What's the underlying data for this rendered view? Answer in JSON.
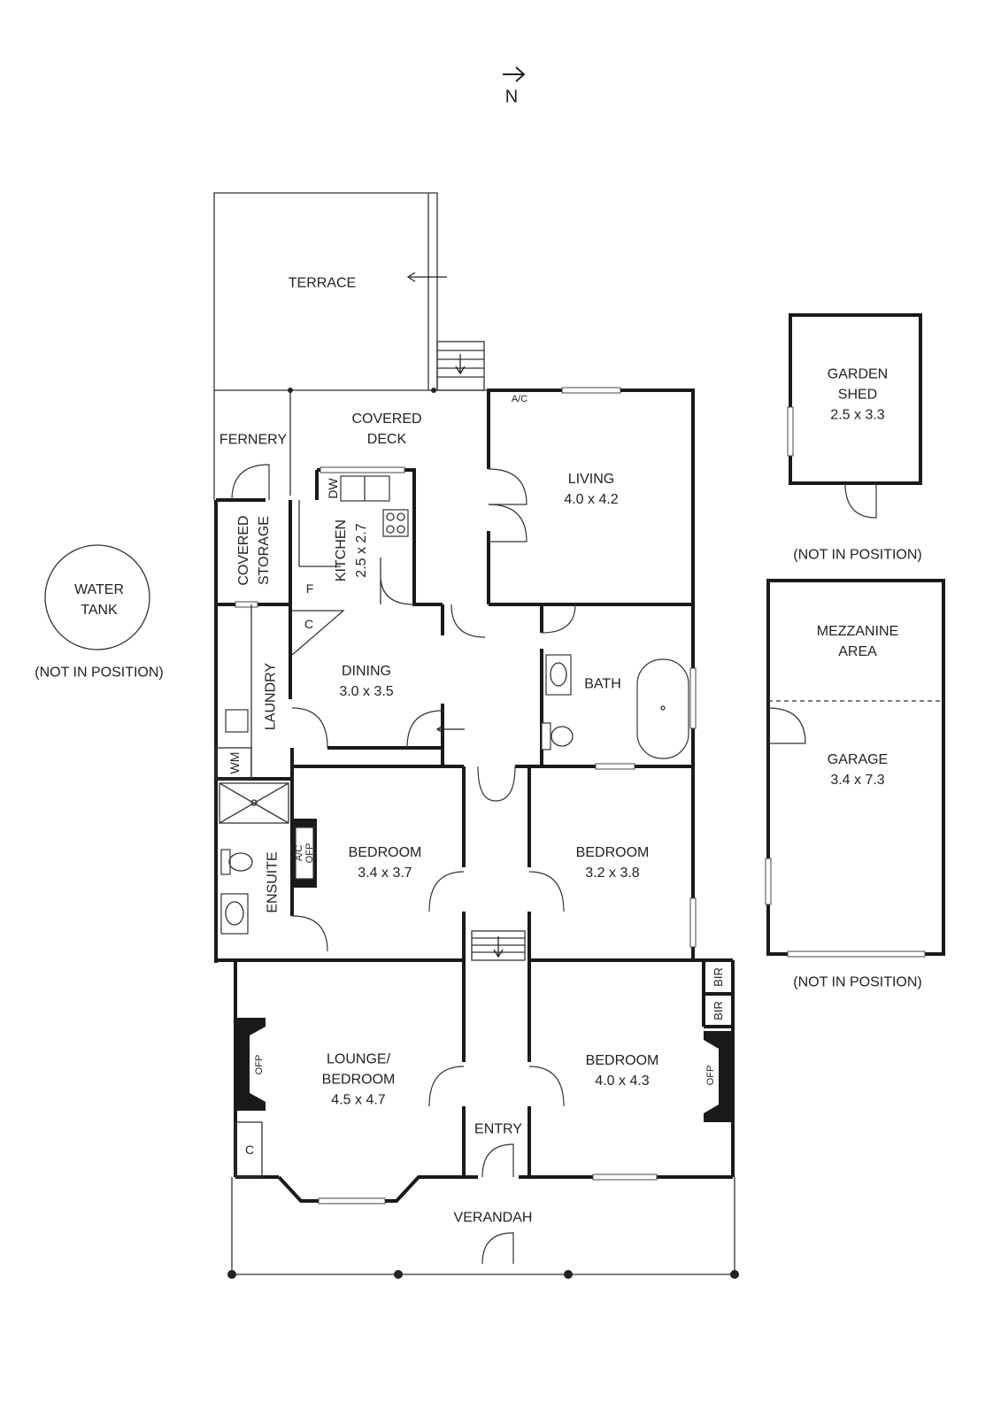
{
  "compass": {
    "label": "N"
  },
  "rooms": {
    "terrace": {
      "name": "TERRACE"
    },
    "fernery": {
      "name": "FERNERY"
    },
    "covered_deck": {
      "line1": "COVERED",
      "line2": "DECK"
    },
    "living": {
      "name": "LIVING",
      "dims": "4.0 x 4.2"
    },
    "covered_storage": {
      "line1": "COVERED",
      "line2": "STORAGE"
    },
    "kitchen": {
      "name": "KITCHEN",
      "dims": "2.5 x 2.7"
    },
    "dining": {
      "name": "DINING",
      "dims": "3.0 x 3.5"
    },
    "laundry": {
      "name": "LAUNDRY"
    },
    "bath": {
      "name": "BATH"
    },
    "ensuite": {
      "name": "ENSUITE"
    },
    "bedroom_1": {
      "name": "BEDROOM",
      "dims": "3.4 x 3.7"
    },
    "bedroom_2": {
      "name": "BEDROOM",
      "dims": "3.2 x 3.8"
    },
    "bedroom_3": {
      "name": "BEDROOM",
      "dims": "4.0 x 4.3"
    },
    "lounge": {
      "line1": "LOUNGE/",
      "line2": "BEDROOM",
      "dims": "4.5 x 4.7"
    },
    "entry": {
      "name": "ENTRY"
    },
    "verandah": {
      "name": "VERANDAH"
    },
    "garden_shed": {
      "line1": "GARDEN",
      "line2": "SHED",
      "dims": "2.5 x 3.3"
    },
    "mezzanine": {
      "line1": "MEZZANINE",
      "line2": "AREA"
    },
    "garage": {
      "name": "GARAGE",
      "dims": "3.4 x 7.3"
    },
    "water_tank": {
      "line1": "WATER",
      "line2": "TANK"
    }
  },
  "fixtures": {
    "ac": "A/C",
    "dw": "DW",
    "fridge": "F",
    "cupboard": "C",
    "wm": "WM",
    "ac_ofp": "A/C",
    "ofp": "OFP",
    "bir": "BIR"
  },
  "notes": {
    "not_in_position": "(NOT IN POSITION)"
  }
}
